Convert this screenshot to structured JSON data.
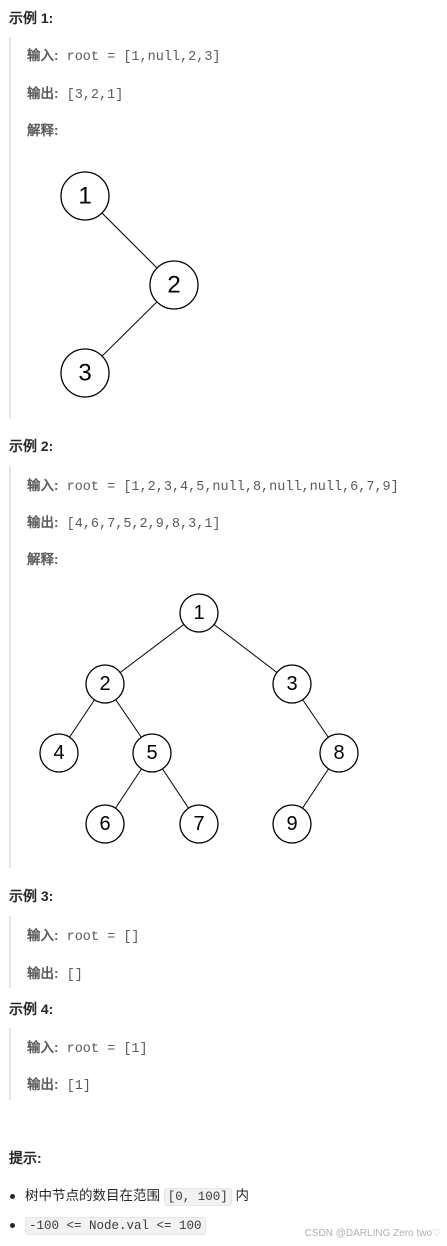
{
  "examples": [
    {
      "title": "示例 1:",
      "input_label": "输入:",
      "input_value": "root = [1,null,2,3]",
      "output_label": "输出:",
      "output_value": "[3,2,1]",
      "explain_label": "解释:"
    },
    {
      "title": "示例 2:",
      "input_label": "输入:",
      "input_value": "root = [1,2,3,4,5,null,8,null,null,6,7,9]",
      "output_label": "输出:",
      "output_value": "[4,6,7,5,2,9,8,3,1]",
      "explain_label": "解释:"
    },
    {
      "title": "示例 3:",
      "input_label": "输入:",
      "input_value": "root = []",
      "output_label": "输出:",
      "output_value": "[]"
    },
    {
      "title": "示例 4:",
      "input_label": "输入:",
      "input_value": "root = [1]",
      "output_label": "输出:",
      "output_value": "[1]"
    }
  ],
  "tree1": [
    "1",
    "2",
    "3"
  ],
  "tree2": [
    "1",
    "2",
    "3",
    "4",
    "5",
    "8",
    "6",
    "7",
    "9"
  ],
  "hints": {
    "title": "提示:",
    "item1_prefix": "树中节点的数目在范围",
    "item1_code": "[0, 100]",
    "item1_suffix": "内",
    "item2_code": "-100 <= Node.val <= 100"
  },
  "watermark": "CSDN @DARLING Zero two♡"
}
